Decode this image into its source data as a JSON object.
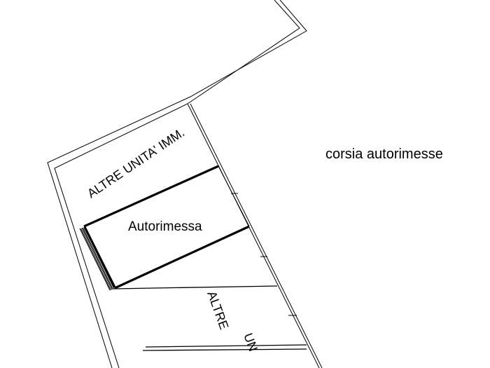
{
  "plan": {
    "corridor_label": "corsia autorimesse",
    "other_units_label_top": "ALTRE UNITA' IMM.",
    "garage_label": "Autorimessa",
    "other_units_label_mid": "ALTRE",
    "other_units_label_bottom": "UN"
  }
}
